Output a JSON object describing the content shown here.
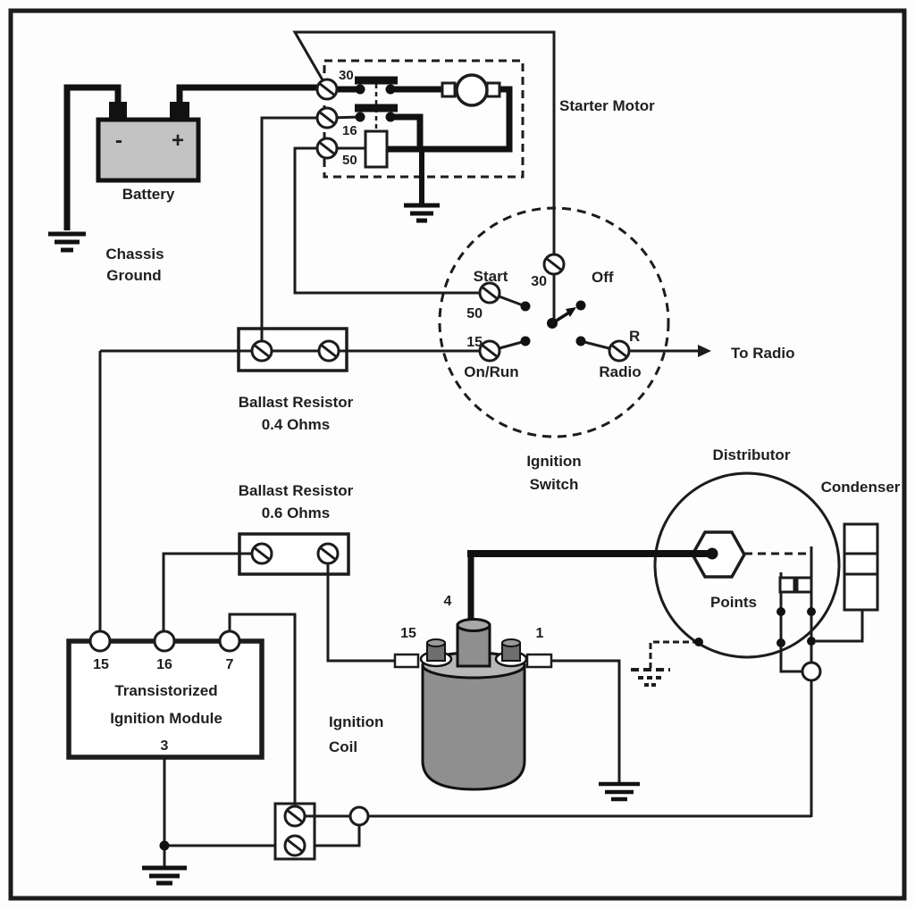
{
  "colors": {
    "line": "#1c1c1c",
    "battery_fill": "#c3c3c3",
    "coil_body": "#8f8f8f",
    "coil_cap": "#b7b7b7",
    "background": "#fdfdfd"
  },
  "battery": {
    "label": "Battery",
    "negative": "-",
    "positive": "+"
  },
  "chassis_ground": {
    "line1": "Chassis",
    "line2": "Ground"
  },
  "starter_relay": {
    "terminal_30": "30",
    "terminal_16": "16",
    "terminal_50": "50"
  },
  "starter_motor": {
    "label": "Starter Motor"
  },
  "ignition_switch": {
    "terminal_30": "30",
    "terminal_50": "50",
    "terminal_15": "15",
    "terminal_r": "R",
    "pos_start": "Start",
    "pos_off": "Off",
    "pos_on_run": "On/Run",
    "pos_radio": "Radio",
    "to_radio": "To Radio",
    "label_line1": "Ignition",
    "label_line2": "Switch"
  },
  "ballast_resistor_04": {
    "label_line1": "Ballast Resistor",
    "label_line2": "0.4 Ohms"
  },
  "ballast_resistor_06": {
    "label_line1": "Ballast Resistor",
    "label_line2": "0.6 Ohms"
  },
  "ignition_module": {
    "terminal_15": "15",
    "terminal_16": "16",
    "terminal_7": "7",
    "terminal_3": "3",
    "label_line1": "Transistorized",
    "label_line2": "Ignition Module"
  },
  "ignition_coil": {
    "terminal_15": "15",
    "terminal_4": "4",
    "terminal_1": "1",
    "label_line1": "Ignition",
    "label_line2": "Coil"
  },
  "distributor": {
    "label": "Distributor",
    "points_label": "Points"
  },
  "condenser": {
    "label": "Condenser"
  }
}
